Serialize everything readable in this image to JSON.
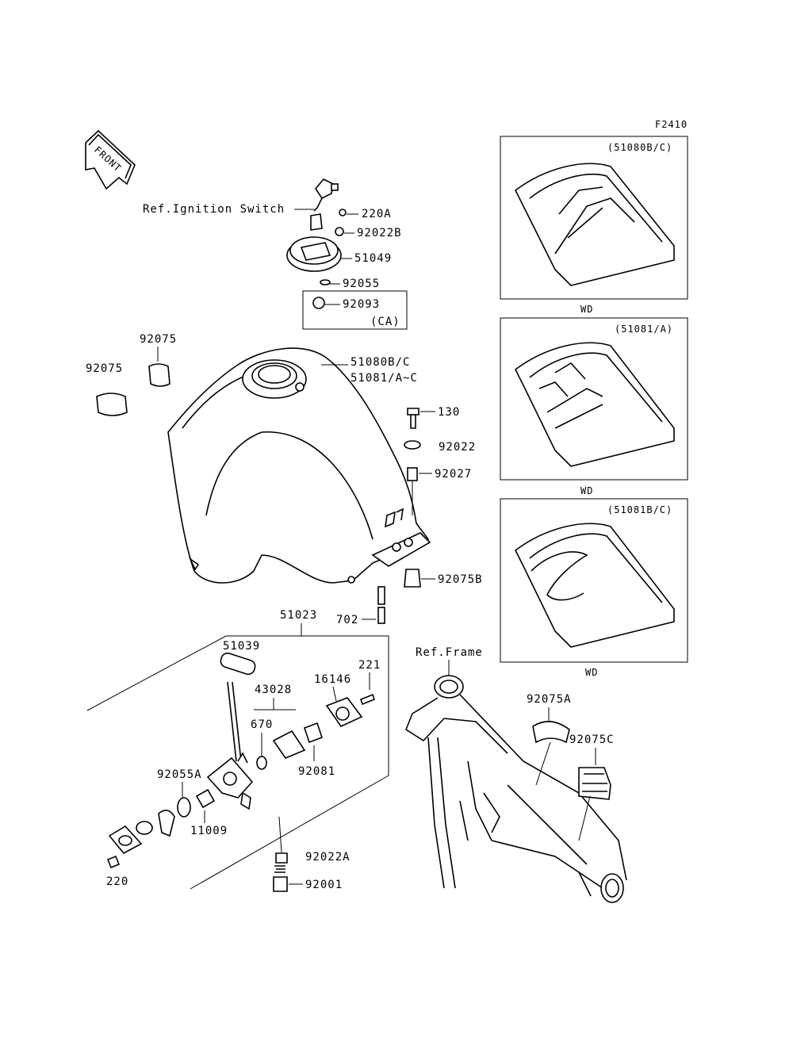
{
  "figure_code": "F2410",
  "front_arrow": "FRONT",
  "labels": {
    "ref_ignition": "Ref.Ignition Switch",
    "ref_frame": "Ref.Frame",
    "p220A": "220A",
    "p92022B": "92022B",
    "p51049": "51049",
    "p92055": "92055",
    "p92093": "92093",
    "ca": "(CA)",
    "p92075_a": "92075",
    "p92075_b": "92075",
    "tank_line1": "51080B/C",
    "tank_line2": "51081/A~C",
    "p130": "130",
    "p92022": "92022",
    "p92027": "92027",
    "p92075B": "92075B",
    "p702": "702",
    "p51023": "51023",
    "p51039": "51039",
    "p221": "221",
    "p16146": "16146",
    "p43028": "43028",
    "p670": "670",
    "p92081": "92081",
    "p92055A": "92055A",
    "p11009": "11009",
    "p92022A": "92022A",
    "p92001": "92001",
    "p220": "220",
    "p92075A": "92075A",
    "p92075C": "92075C"
  },
  "insets": [
    {
      "title": "(51080B/C)",
      "caption": "WD"
    },
    {
      "title": "(51081/A)",
      "caption": "WD"
    },
    {
      "title": "(51081B/C)",
      "caption": "WD"
    }
  ]
}
